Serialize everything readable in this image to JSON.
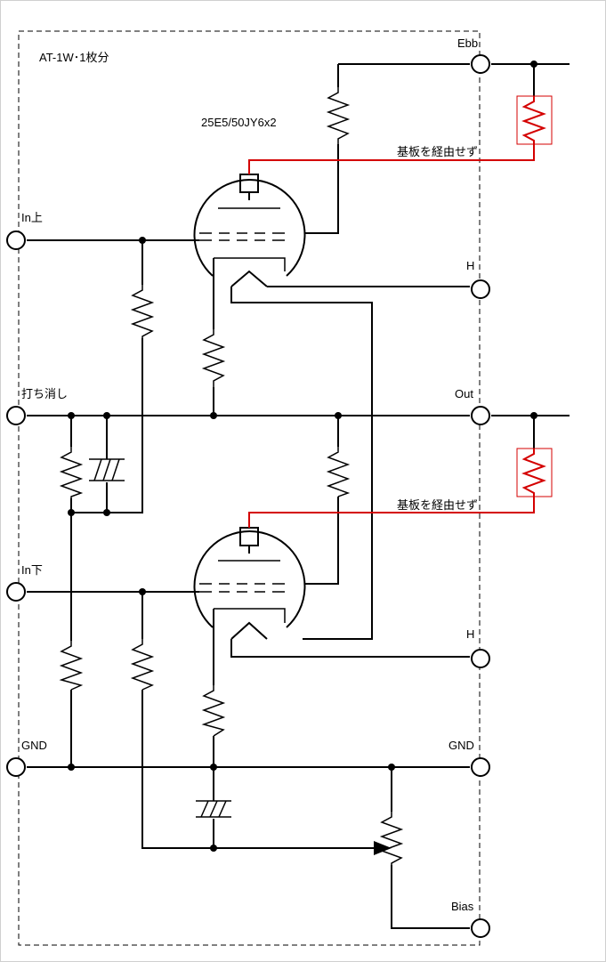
{
  "title": "AT-1W･1枚分",
  "tube_label": "25E5/50JY6x2",
  "terminals": {
    "ebb": "Ebb",
    "in_upper": "In上",
    "h_upper": "H",
    "cancel": "打ち消し",
    "out": "Out",
    "in_lower": "In下",
    "h_lower": "H",
    "gnd_left": "GND",
    "gnd_right": "GND",
    "bias": "Bias"
  },
  "notes": {
    "bypass_upper": "基板を経由せず",
    "bypass_lower": "基板を経由せず"
  },
  "colors": {
    "wiring": "#000000",
    "off_board": "#d40000",
    "boundary": "#000000"
  }
}
